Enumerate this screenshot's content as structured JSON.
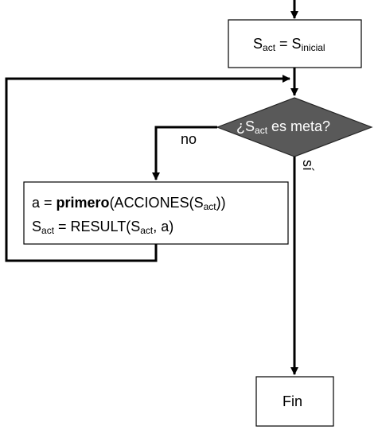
{
  "diagram": {
    "init_box": {
      "s": "S",
      "sub": "act",
      "eq": " = S",
      "sub2": "inicial"
    },
    "decision": {
      "prefix": "¿S",
      "sub": "act",
      "suffix": " es meta?"
    },
    "edge_no": "no",
    "edge_si": "sí",
    "action_box": {
      "line1": {
        "a": "a = ",
        "bold": "primero",
        "open": "(ACCIONES(S",
        "sub": "act",
        "close": "))"
      },
      "line2": {
        "s": "S",
        "sub": "act",
        "mid": " = RESULT(S",
        "sub2": "act",
        "end": ", a)"
      }
    },
    "end_box": "Fin"
  }
}
